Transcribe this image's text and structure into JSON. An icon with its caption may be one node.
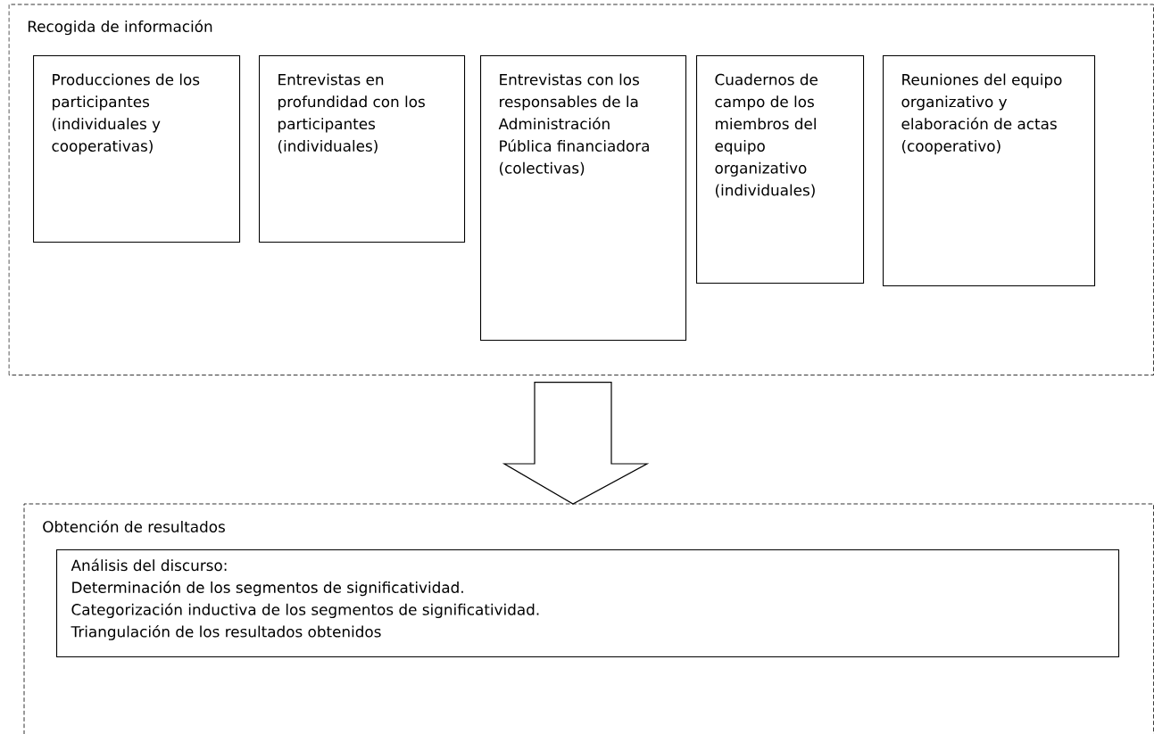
{
  "diagram": {
    "nodes": [
      {
        "text": [
          "Recogida de información"
        ]
      },
      {
        "text": [
          "Producciones de los participantes (individuales y cooperativas)"
        ],
        "in": 0
      },
      {
        "text": [
          "Entrevistas en profundidad con los participantes (individuales)"
        ],
        "in": 0
      },
      {
        "text": [
          "Entrevistas con los responsables de la Administración Pública financiadora (colectivas)"
        ],
        "in": 0
      },
      {
        "text": [
          "Cuadernos de campo de los miembros del equipo organizativo (individuales)"
        ],
        "in": 0
      },
      {
        "text": [
          "Reuniones del equipo organizativo y elaboración de actas (cooperativo)"
        ],
        "in": 0
      },
      {
        "text": [
          "Obtención de resultados"
        ]
      },
      {
        "text": [
          "Análisis del discurso:",
          "Determinación de los segmentos de significatividad.",
          "Categorización inductiva de los segmentos de significatividad.",
          "Triangulación de los resultados obtenidos"
        ],
        "in": 6
      }
    ],
    "edges": [
      {
        "from": 0,
        "to": 6,
        "arrow": "to"
      }
    ]
  }
}
